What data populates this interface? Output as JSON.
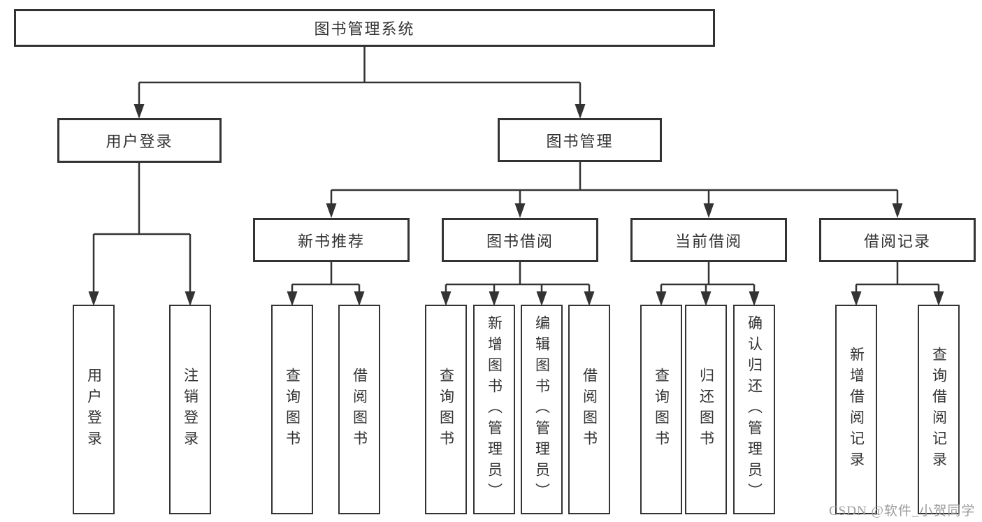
{
  "nodes": {
    "root": "图书管理系统",
    "user_login": "用户登录",
    "book_mgmt": "图书管理",
    "new_book_rec": "新书推荐",
    "book_borrow": "图书借阅",
    "current_borrow": "当前借阅",
    "borrow_records": "借阅记录",
    "ul_login": "用户登录",
    "ul_logout": "注销登录",
    "nb_query": "查询图书",
    "nb_borrow": "借阅图书",
    "bb_query": "查询图书",
    "bb_add": "新增图书（管理员）",
    "bb_edit": "编辑图书（管理员）",
    "bb_borrow": "借阅图书",
    "cb_query": "查询图书",
    "cb_return": "归还图书",
    "cb_confirm": "确认归还（管理员）",
    "br_add": "新增借阅记录",
    "br_query": "查询借阅记录"
  },
  "hierarchy": {
    "label": "图书管理系统",
    "children": [
      {
        "label": "用户登录",
        "children": [
          {
            "label": "用户登录"
          },
          {
            "label": "注销登录"
          }
        ]
      },
      {
        "label": "图书管理",
        "children": [
          {
            "label": "新书推荐",
            "children": [
              {
                "label": "查询图书"
              },
              {
                "label": "借阅图书"
              }
            ]
          },
          {
            "label": "图书借阅",
            "children": [
              {
                "label": "查询图书"
              },
              {
                "label": "新增图书（管理员）"
              },
              {
                "label": "编辑图书（管理员）"
              },
              {
                "label": "借阅图书"
              }
            ]
          },
          {
            "label": "当前借阅",
            "children": [
              {
                "label": "查询图书"
              },
              {
                "label": "归还图书"
              },
              {
                "label": "确认归还（管理员）"
              }
            ]
          },
          {
            "label": "借阅记录",
            "children": [
              {
                "label": "新增借阅记录"
              },
              {
                "label": "查询借阅记录"
              }
            ]
          }
        ]
      }
    ]
  },
  "watermark": "CSDN @软件_小贺同学",
  "colors": {
    "line": "#333333",
    "box_border": "#333333",
    "text": "#333333",
    "watermark": "#9b9b9b",
    "background": "#ffffff"
  }
}
